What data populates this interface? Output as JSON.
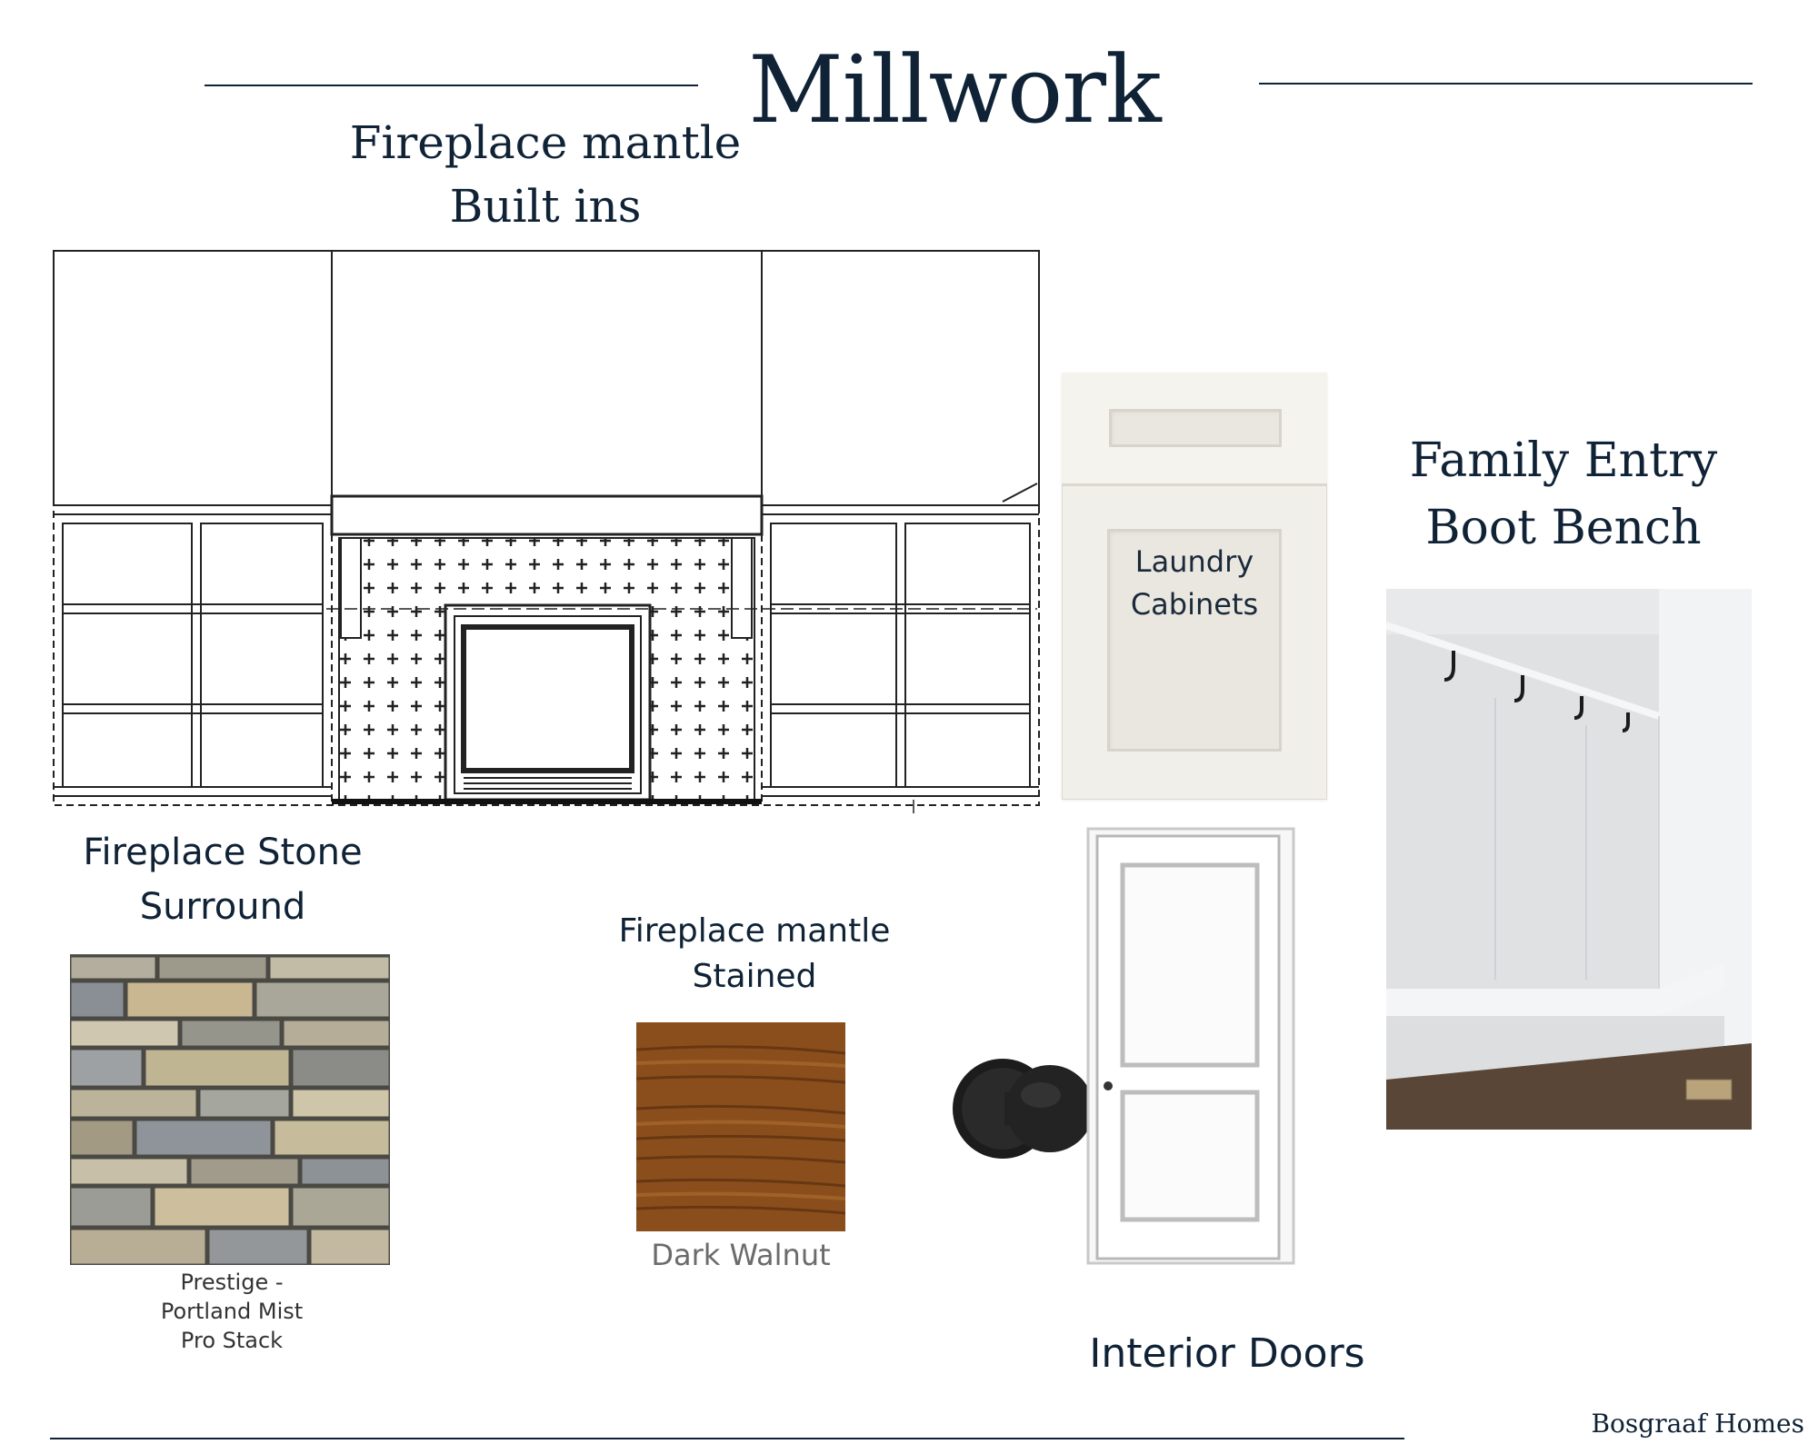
{
  "page": {
    "title": "Millwork",
    "brand": "Bosgraaf Homes"
  },
  "sections": {
    "fireplace_builtins": {
      "line1": "Fireplace mantle",
      "line2": "Built ins"
    },
    "laundry": {
      "line1": "Laundry",
      "line2": "Cabinets"
    },
    "family_entry": {
      "line1": "Family Entry",
      "line2": "Boot Bench"
    },
    "fireplace_stone": {
      "line1": "Fireplace Stone",
      "line2": "Surround",
      "caption_line1": "Prestige -",
      "caption_line2": "Portland Mist",
      "caption_line3": "Pro Stack"
    },
    "mantle_stain": {
      "line1": "Fireplace mantle",
      "line2": "Stained",
      "swatch_label": "Dark Walnut"
    },
    "interior_doors": {
      "label": "Interior Doors"
    }
  },
  "colors": {
    "navy": "#0f2236",
    "walnut": "#8a4e1c",
    "stone": "#8e8e86"
  },
  "icons": [
    "door-knob-icon",
    "coat-hook-icon"
  ]
}
